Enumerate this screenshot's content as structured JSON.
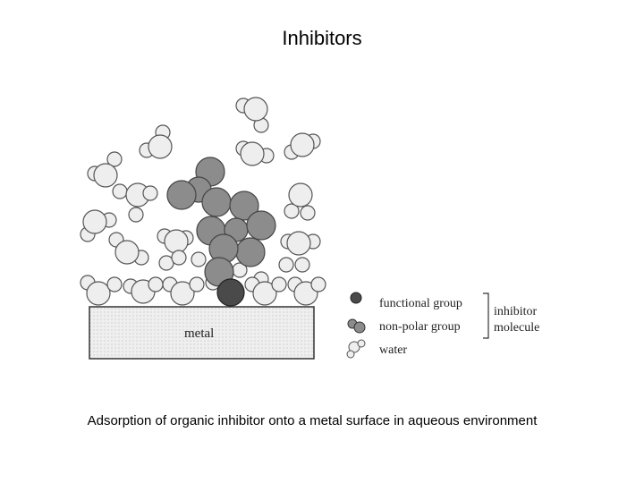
{
  "slide": {
    "title": "Inhibitors",
    "caption": "Adsorption of organic inhibitor onto a metal surface in aqueous environment"
  },
  "figure": {
    "metal_label": "metal",
    "legend": {
      "functional_group": "functional group",
      "non_polar_group": "non-polar group",
      "water": "water",
      "inhibitor": "inhibitor",
      "molecule": "molecule"
    }
  },
  "colors": {
    "functional_group": "#4a4a4a",
    "non_polar_group": "#8c8c8c",
    "water": "#ececec",
    "metal_fill": "#e8e8e8"
  }
}
